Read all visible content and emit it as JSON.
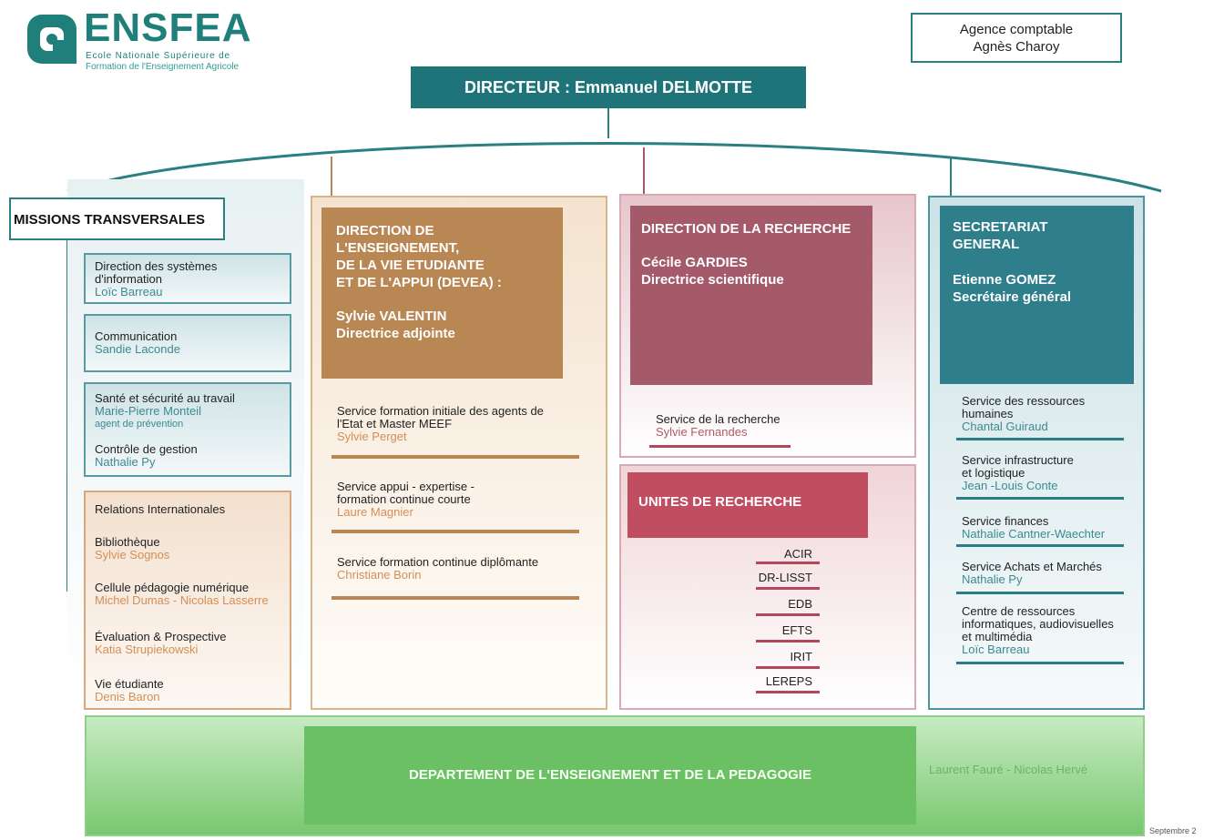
{
  "logo": {
    "name": "ENSFEA",
    "subtitle_line1": "Ecole Nationale Supérieure de",
    "subtitle_line2": "Formation de l'Enseignement Agricole"
  },
  "agence": {
    "line1": "Agence comptable",
    "line2": "Agnès Charoy"
  },
  "director": "DIRECTEUR : Emmanuel DELMOTTE",
  "missions": {
    "label": "MISSIONS TRANSVERSALES",
    "boxes": [
      {
        "title_line1": "Direction des systèmes",
        "title_line2": "d'information",
        "person": "Loïc Barreau"
      },
      {
        "title": "Communication",
        "person": "Sandie Laconde"
      },
      {
        "title": "Santé et sécurité au travail",
        "person": "Marie-Pierre Monteil",
        "role": "agent de prévention",
        "title2": "Contrôle de gestion",
        "person2": "Nathalie Py"
      },
      {
        "items": [
          {
            "title": "Relations Internationales"
          },
          {
            "title": "Bibliothèque",
            "person": "Sylvie Sognos"
          },
          {
            "title": "Cellule pédagogie numérique",
            "person": "Michel Dumas - Nicolas Lasserre"
          },
          {
            "title": "Évaluation & Prospective",
            "person": "Katia Strupiekowski"
          },
          {
            "title": "Vie étudiante",
            "person": "Denis Baron"
          }
        ]
      }
    ]
  },
  "devea": {
    "head_lines": [
      "DIRECTION DE",
      "L'ENSEIGNEMENT,",
      "DE LA VIE ETUDIANTE",
      "ET DE L'APPUI (DEVEA) :"
    ],
    "person": "Sylvie VALENTIN",
    "role": "Directrice adjointe",
    "services": [
      {
        "line1": "Service formation initiale des agents de",
        "line2": "l'Etat et Master MEEF",
        "person": "Sylvie Perget"
      },
      {
        "line1": "Service appui - expertise -",
        "line2": "formation continue courte",
        "person": "Laure Magnier"
      },
      {
        "line1": "Service  formation continue diplômante",
        "person": "Christiane Borin"
      }
    ]
  },
  "recherche": {
    "head": "DIRECTION DE LA RECHERCHE",
    "person": "Cécile GARDIES",
    "role": "Directrice scientifique",
    "service": "Service de la recherche",
    "service_person": "Sylvie Fernandes"
  },
  "unites": {
    "head": "UNITES DE RECHERCHE",
    "items": [
      "ACIR",
      "DR-LISST",
      "EDB",
      "EFTS",
      "IRIT",
      "LEREPS"
    ]
  },
  "sg": {
    "head_lines": [
      "SECRETARIAT",
      "GENERAL"
    ],
    "person": "Etienne GOMEZ",
    "role": "Secrétaire général",
    "services": [
      {
        "lines": [
          "Service des ressources",
          "humaines"
        ],
        "person": "Chantal Guiraud"
      },
      {
        "lines": [
          "Service infrastructure",
          "et logistique"
        ],
        "person": "Jean -Louis Conte"
      },
      {
        "lines": [
          "Service finances"
        ],
        "person": "Nathalie Cantner-Waechter"
      },
      {
        "lines": [
          "Service Achats et Marchés"
        ],
        "person": "Nathalie Py"
      },
      {
        "lines": [
          "Centre de ressources",
          "informatiques, audiovisuelles",
          "et multimédia"
        ],
        "person": "Loïc Barreau"
      }
    ]
  },
  "departement": {
    "title": "DEPARTEMENT DE L'ENSEIGNEMENT ET DE LA PEDAGOGIE",
    "people": "Laurent Fauré - Nicolas Hervé"
  },
  "footer": "Septembre  2",
  "colors": {
    "teal": "#1e7478",
    "orange": "#b98753",
    "rose": "#a55a69",
    "red": "#c04e60",
    "green": "#6cc064"
  }
}
